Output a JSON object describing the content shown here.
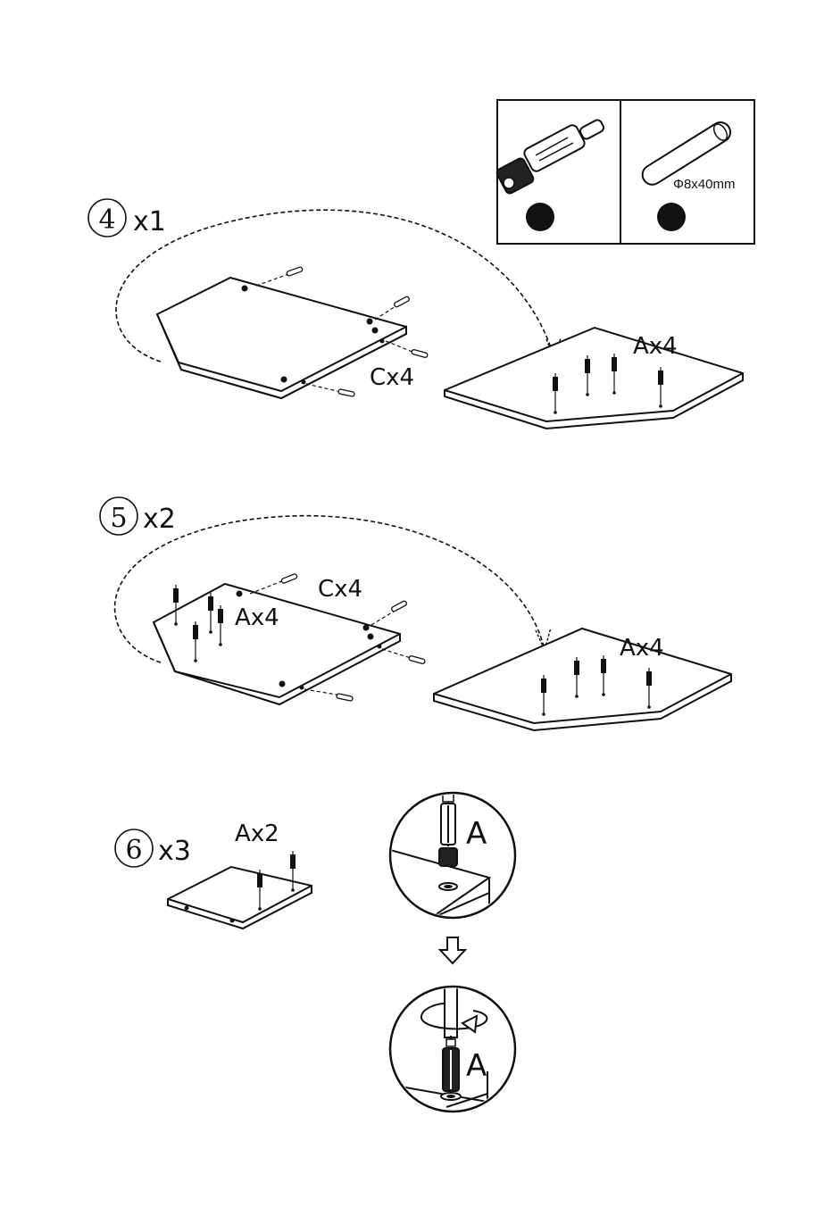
{
  "parts_box": {
    "pin_size_label": "Φ8x40mm"
  },
  "steps": [
    {
      "number": "4",
      "multiplier": "x1",
      "label_c": "Cx4",
      "label_a_right": "Ax4"
    },
    {
      "number": "5",
      "multiplier": "x2",
      "label_c": "Cx4",
      "label_a_left": "Ax4",
      "label_a_right": "Ax4"
    },
    {
      "number": "6",
      "multiplier": "x3",
      "label_a": "Ax2"
    }
  ],
  "detail": {
    "part_letter_top": "A",
    "part_letter_bottom": "A"
  },
  "colors": {
    "ink": "#111111",
    "paper": "#ffffff"
  }
}
